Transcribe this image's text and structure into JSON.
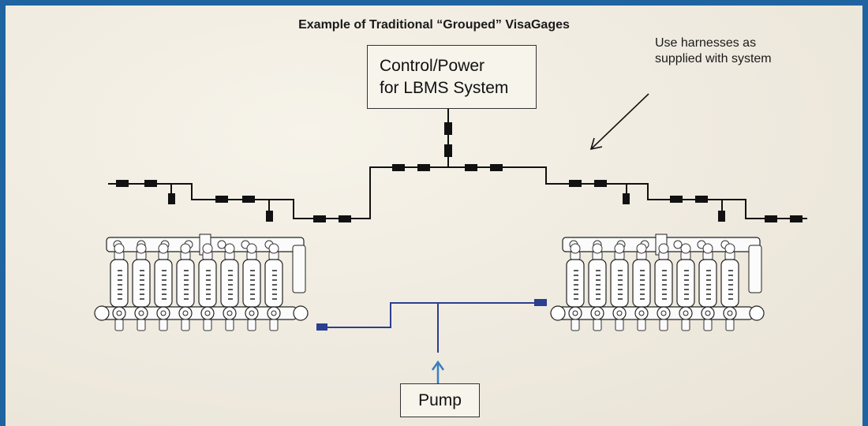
{
  "title": "Example of Traditional “Grouped” VisaGages",
  "control_box": {
    "line1": "Control/Power",
    "line2": "for LBMS System"
  },
  "annotation": {
    "line1": "Use harnesses as",
    "line2": "supplied with system"
  },
  "pump_label": "Pump",
  "colors": {
    "frame": "#1f64a0",
    "harness": "#111111",
    "pump_line": "#2a3f8f",
    "pump_arrow": "#3a7ec0"
  },
  "icons": [
    "visagage-manifold-left",
    "visagage-manifold-right",
    "arrow-icon",
    "up-arrow-icon"
  ]
}
